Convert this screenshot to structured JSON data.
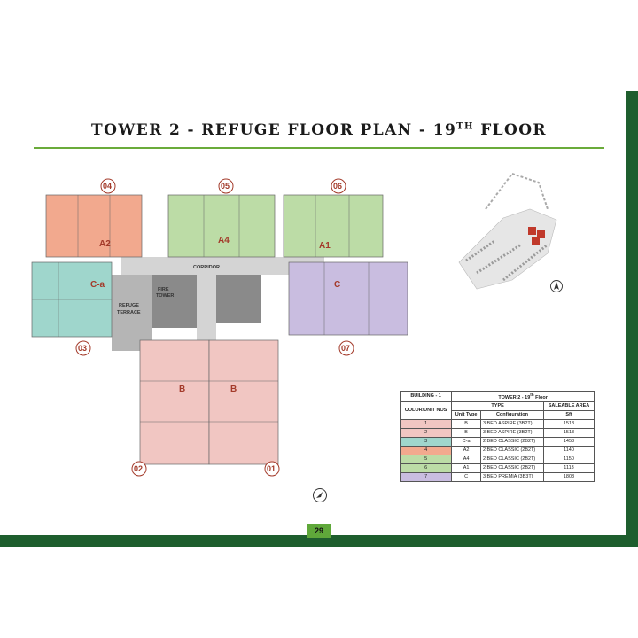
{
  "title": {
    "main": "TOWER 2 - REFUGE FLOOR PLAN - 19",
    "sup": "TH",
    "tail": " FLOOR"
  },
  "page_number": "29",
  "plan_labels": {
    "corridor": "CORRIDOR",
    "fire_tower_1": "FIRE",
    "fire_tower_2": "TOWER",
    "refuge_1": "REFUGE",
    "refuge_2": "TERRACE"
  },
  "units": [
    {
      "no": "04",
      "type": "A2",
      "color": "#f2a98e"
    },
    {
      "no": "05",
      "type": "A4",
      "color": "#bcdca6"
    },
    {
      "no": "06",
      "type": "A1",
      "color": "#bcdca6"
    },
    {
      "no": "03",
      "type": "C-a",
      "color": "#9fd6cc"
    },
    {
      "no": "07",
      "type": "C",
      "color": "#c9bde0"
    },
    {
      "no": "02",
      "type": "B",
      "color": "#f1c6c2"
    },
    {
      "no": "01",
      "type": "B",
      "color": "#f1c6c2"
    }
  ],
  "table": {
    "header_building": "BUILDING - 1",
    "header_tower": "TOWER 2 - 19",
    "header_tower_sup": "th",
    "header_tower_tail": " Floor",
    "col_unit": "COLOR/UNIT NOS",
    "col_type": "TYPE",
    "col_area": "SALEABLE AREA",
    "sub_unit_type": "Unit Type",
    "sub_config": "Configuration",
    "sub_sft": "Sft",
    "rows": [
      {
        "no": "1",
        "type": "B",
        "config": "3 BED ASPIRE (3B2T)",
        "area": "1513",
        "color": "#f1c6c2"
      },
      {
        "no": "2",
        "type": "B",
        "config": "3 BED ASPIRE (3B2T)",
        "area": "1513",
        "color": "#f1c6c2"
      },
      {
        "no": "3",
        "type": "C-a",
        "config": "2 BED CLASSIC (2B2T)",
        "area": "1458",
        "color": "#9fd6cc"
      },
      {
        "no": "4",
        "type": "A2",
        "config": "2 BED CLASSIC (2B2T)",
        "area": "1140",
        "color": "#f2a98e"
      },
      {
        "no": "5",
        "type": "A4",
        "config": "2 BED CLASSIC (2B2T)",
        "area": "1150",
        "color": "#bcdca6"
      },
      {
        "no": "6",
        "type": "A1",
        "config": "2 BED CLASSIC (2B2T)",
        "area": "1113",
        "color": "#bcdca6"
      },
      {
        "no": "7",
        "type": "C",
        "config": "3 BED PREMIA (3B3T)",
        "area": "1808",
        "color": "#c9bde0"
      }
    ]
  }
}
